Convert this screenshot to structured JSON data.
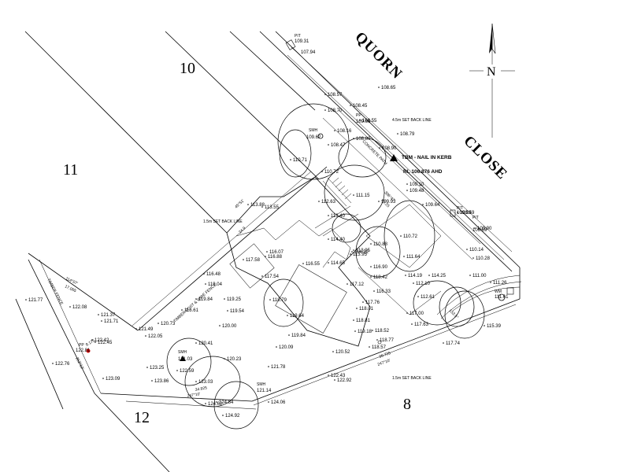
{
  "lots": {
    "lot_10": "10",
    "lot_11": "11",
    "lot_12": "12",
    "lot_8": "8"
  },
  "street": {
    "quorn": "QUORN",
    "close": "CLOSE"
  },
  "north_arrow": {
    "label": "N"
  },
  "annotations": {
    "pit_top": "PIT",
    "pit_top_level": "109.31",
    "pit_top_level2": "107.94",
    "tbm": "TBM - NAIL IN KERB",
    "tbm_rl": "RL 106.876 AHD",
    "concrete_path": "CONCRETE PATH",
    "fence": "TIMBER POST & WIRE FENCE",
    "timber_fence": "TIMBER FENCE",
    "smh1": "SMH",
    "smh1_level": "109.62",
    "smh2": "SMH",
    "smh2_level": "121.03",
    "smh3": "SMH",
    "smh3_level": "121.14",
    "pp1": "PP",
    "pp1_level": "109.66",
    "pp2": "PP",
    "pp2_level": "122.81",
    "pit_right": "PIT",
    "pit_right_level": "109.59",
    "pit_right2": "PIT",
    "pit_right2_level": "109.69",
    "wm": "WM",
    "wm_level": "111.61",
    "setback1": "4.5m SET BACK LINE",
    "setback2": "1.5m SET BACK LINE",
    "setback3": "1.5m SET BACK LINE",
    "brg1": "45°51'",
    "brg2": "114°07'",
    "dist2": "17.065",
    "brg3": "35.25",
    "brg4": "247°10'",
    "dist4": "34.925",
    "brg5": "24.9",
    "brg6": "306°47'",
    "dist6": "34.925",
    "brg7": "247°10'",
    "dist7": "36.725",
    "brg8": "153.5°",
    "brg9": "252°12'",
    "brg10": "8.175"
  },
  "levels": [
    "108.65",
    "108.57",
    "108.45",
    "108.70",
    "108.55",
    "108.16",
    "108.47",
    "108.80",
    "108.90",
    "108.79",
    "109.10",
    "109.48",
    "109.64",
    "110.71",
    "110.72",
    "111.15",
    "112.63",
    "109.93",
    "109.59",
    "109.90",
    "110.72",
    "113.88",
    "113.55",
    "113.40",
    "114.40",
    "114.65",
    "114.22",
    "113.95",
    "110.88",
    "111.64",
    "114.19",
    "114.25",
    "112.10",
    "111.00",
    "110.28",
    "110.14",
    "112.61",
    "115.39",
    "116.88",
    "117.58",
    "116.07",
    "116.55",
    "117.54",
    "116.48",
    "119.04",
    "119.84",
    "118.61",
    "119.25",
    "119.54",
    "120.73",
    "121.37",
    "121.71",
    "122.08",
    "122.05",
    "122.42",
    "122.45",
    "121.49",
    "120.00",
    "120.41",
    "120.23",
    "118.79",
    "117.12",
    "118.42",
    "117.76",
    "119.64",
    "118.81",
    "118.01",
    "119.84",
    "119.18",
    "118.52",
    "118.77",
    "118.57",
    "120.09",
    "120.52",
    "121.78",
    "117.00",
    "117.63",
    "117.74",
    "116.90",
    "116.33",
    "122.43",
    "122.92",
    "123.25",
    "122.59",
    "123.09",
    "123.86",
    "123.03",
    "124.62",
    "124.84",
    "124.06",
    "124.92",
    "121.77",
    "122.76",
    "111.26",
    "113.95"
  ]
}
